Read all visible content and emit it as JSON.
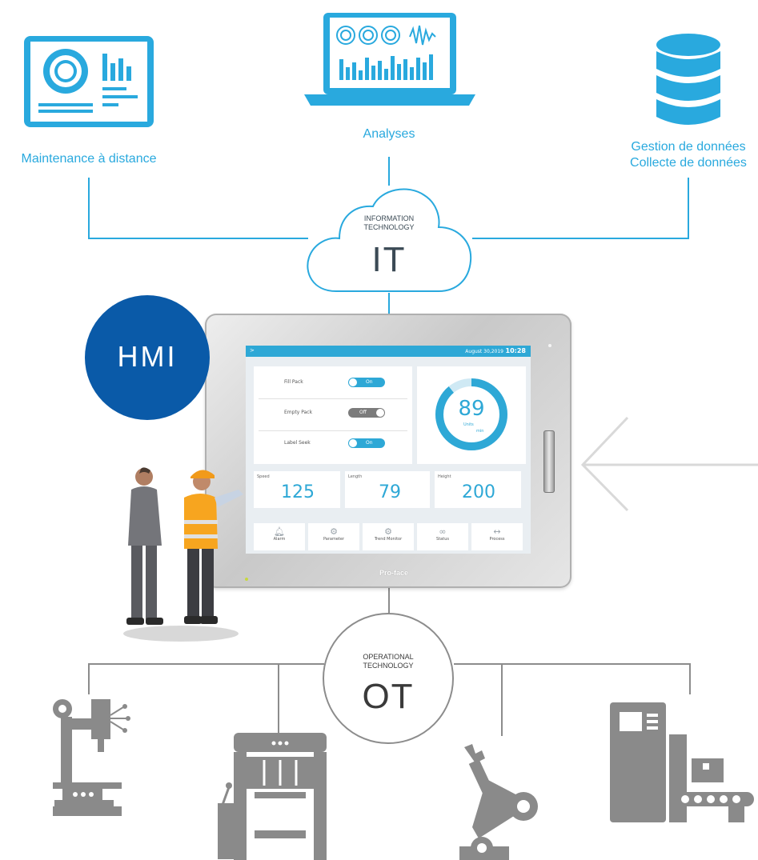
{
  "top": {
    "remote_maintenance": "Maintenance à distance",
    "analytics": "Analyses",
    "data_management_line1": "Gestion de données",
    "data_management_line2": "Collecte de données"
  },
  "it": {
    "subtitle_line1": "INFORMATION",
    "subtitle_line2": "TECHNOLOGY",
    "abbr": "IT"
  },
  "hmi": {
    "label": "HMI",
    "brand": "Pro-face",
    "screen": {
      "menu_glyph": ">",
      "date": "August 30,2019",
      "time": "10:28",
      "switches": [
        {
          "label": "Fill Pack",
          "state": "On"
        },
        {
          "label": "Empty Pack",
          "state": "Off"
        },
        {
          "label": "Label Seek",
          "state": "On"
        }
      ],
      "gauge": {
        "value": "89",
        "unit_top": "Units",
        "unit_bottom": "min",
        "fraction": 0.89
      },
      "metrics": [
        {
          "label": "Speed",
          "value": "125"
        },
        {
          "label": "Length",
          "value": "79"
        },
        {
          "label": "Height",
          "value": "200"
        }
      ],
      "buttons": [
        {
          "label": "Alarm",
          "icon": "bell-icon"
        },
        {
          "label": "Parameter",
          "icon": "gears-icon"
        },
        {
          "label": "Trend Monitor",
          "icon": "trend-icon"
        },
        {
          "label": "Status",
          "icon": "binoculars-icon"
        },
        {
          "label": "Process",
          "icon": "process-icon"
        }
      ]
    }
  },
  "ot": {
    "subtitle_line1": "OPERATIONAL",
    "subtitle_line2": "TECHNOLOGY",
    "abbr": "OT"
  },
  "colors": {
    "brand_blue": "#29a9de",
    "hmi_circle": "#0a5aa8",
    "line_gray": "#8c8c8c",
    "machine_gray": "#8a8a8a"
  }
}
